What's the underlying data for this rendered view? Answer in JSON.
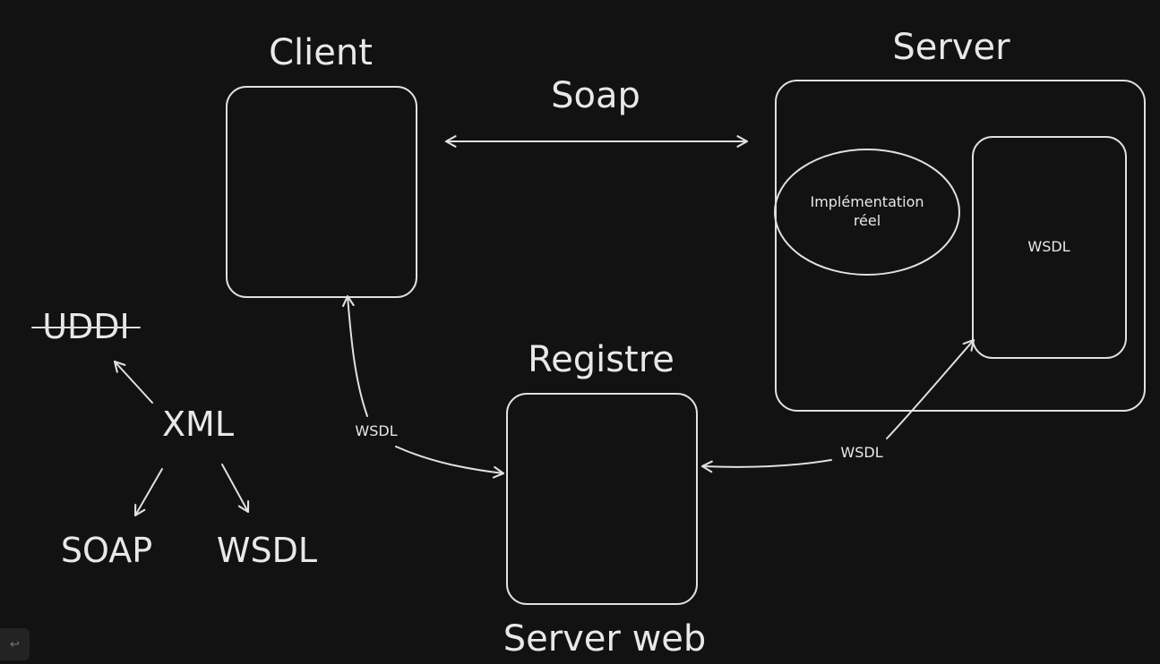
{
  "titles": {
    "client": "Client",
    "server": "Server",
    "soap": "Soap",
    "registre": "Registre",
    "server_web": "Server web"
  },
  "server_box": {
    "impl_line1": "Implémentation",
    "impl_line2": "réel",
    "wsdl": "WSDL"
  },
  "edges": {
    "client_registre_wsdl": "WSDL",
    "server_registre_wsdl": "WSDL"
  },
  "tree": {
    "uddi": "UDDI",
    "xml": "XML",
    "soap": "SOAP",
    "wsdl": "WSDL"
  },
  "toolbar": {
    "undo_icon": "↩"
  },
  "colors": {
    "background": "#121212",
    "stroke": "#e0e0e0"
  }
}
